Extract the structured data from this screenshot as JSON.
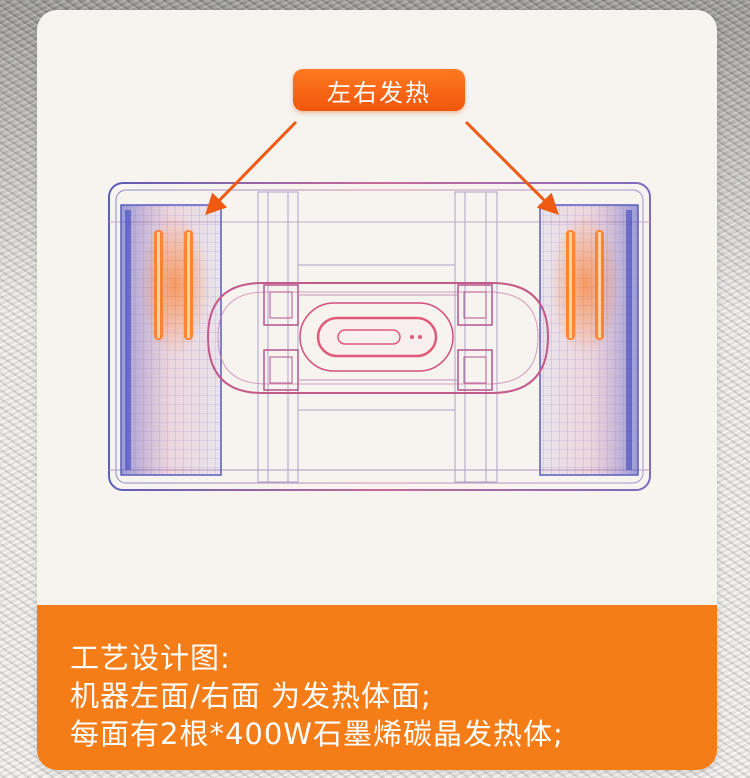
{
  "callout": {
    "label": "左右发热"
  },
  "description": {
    "line1": "工艺设计图:",
    "line2": "机器左面/右面 为发热体面;",
    "line3": "每面有2根*400W石墨烯碳晶发热体;"
  },
  "colors": {
    "accent": "#f57d18",
    "tag": "#f0560a",
    "card": "#f7f3ef",
    "heater_glow": "#ff6a00"
  },
  "icons": [
    "arrow-left-icon",
    "arrow-right-icon",
    "heater-unit-illustration"
  ]
}
